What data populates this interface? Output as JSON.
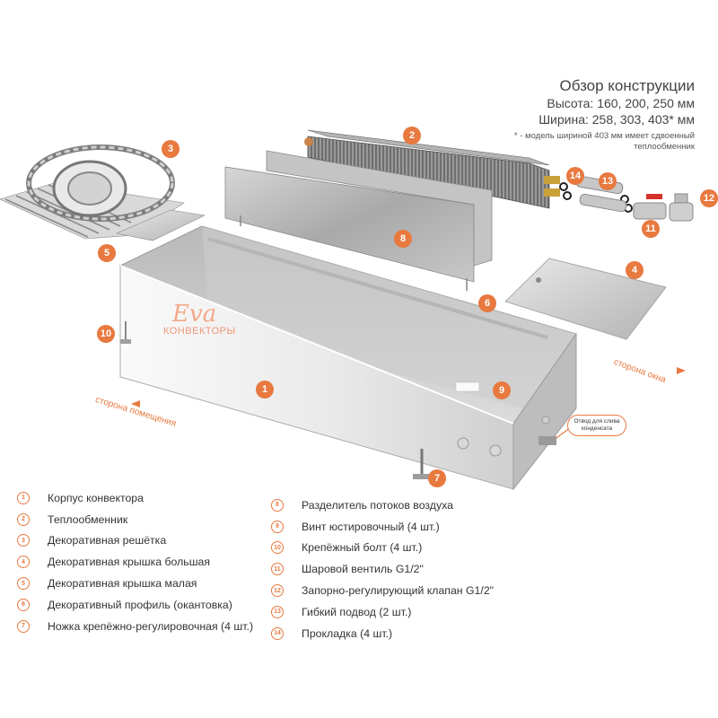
{
  "header": {
    "title": "Обзор конструкции",
    "height_line": "Высота: 160, 200, 250 мм",
    "width_line": "Ширина: 258, 303, 403* мм",
    "footnote": "* -  модель шириной 403 мм имеет сдвоенный теплообменник"
  },
  "logo": {
    "brand": "Eva",
    "subtitle": "КОНВЕКТОРЫ"
  },
  "labels": {
    "room_side": "сторона помещения",
    "window_side": "сторона окна",
    "drain_outlet": "Отвод для слива конденсата"
  },
  "badges": [
    "1",
    "2",
    "3",
    "4",
    "5",
    "6",
    "7",
    "8",
    "9",
    "10",
    "11",
    "12",
    "13",
    "14"
  ],
  "legend_left": [
    {
      "num": "1",
      "text": "Корпус конвектора"
    },
    {
      "num": "2",
      "text": "Теплообменник"
    },
    {
      "num": "3",
      "text": "Декоративная решётка"
    },
    {
      "num": "4",
      "text": "Декоративная крышка большая"
    },
    {
      "num": "5",
      "text": "Декоративная крышка малая"
    },
    {
      "num": "6",
      "text": "Декоративный профиль (окантовка)"
    },
    {
      "num": "7",
      "text": "Ножка крепёжно-регулировочная (4 шт.)"
    }
  ],
  "legend_right": [
    {
      "num": "8",
      "text": "Разделитель потоков воздуха"
    },
    {
      "num": "9",
      "text": "Винт юстировочный (4 шт.)"
    },
    {
      "num": "10",
      "text": "Крепёжный болт (4 шт.)"
    },
    {
      "num": "11",
      "text": "Шаровой вентиль G1/2\""
    },
    {
      "num": "12",
      "text": "Запорно-регулирующий клапан G1/2\""
    },
    {
      "num": "13",
      "text": "Гибкий подвод (2 шт.)"
    },
    {
      "num": "14",
      "text": "Прокладка (4 шт.)"
    }
  ],
  "colors": {
    "accent": "#e8793f",
    "metal_light": "#f2f2f2",
    "metal_mid": "#c9c9c9",
    "metal_dark": "#8d8d8d"
  }
}
